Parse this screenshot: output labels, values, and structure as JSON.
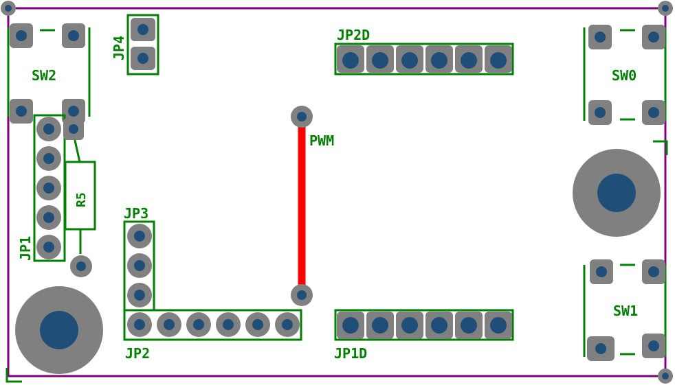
{
  "colors": {
    "background": "#ffffff",
    "board_outline": "#800080",
    "silkscreen": "#008000",
    "pad": "#808080",
    "drill": "#1f4e79",
    "trace": "#ff0000"
  },
  "labels": {
    "sw2": "SW2",
    "sw0": "SW0",
    "sw1": "SW1",
    "jp4": "JP4",
    "jp2d": "JP2D",
    "jp1d": "JP1D",
    "jp1": "JP1",
    "jp2": "JP2",
    "jp3": "JP3",
    "r5": "R5",
    "pwm": "PWM"
  }
}
